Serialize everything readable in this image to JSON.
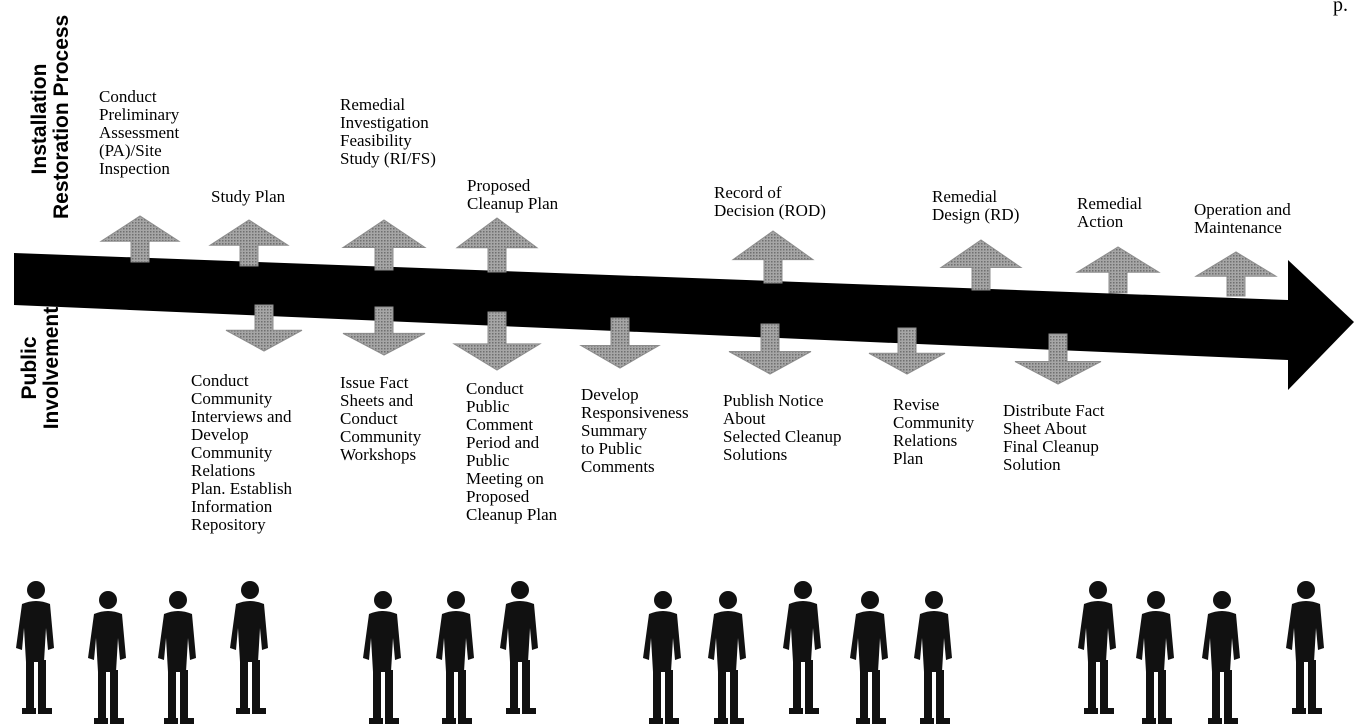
{
  "page_mark": "p.",
  "side_labels": {
    "top": [
      "Installation",
      "Restoration Process"
    ],
    "bottom": [
      "Public",
      "Involvement"
    ]
  },
  "colors": {
    "arrow": "#000000",
    "stage_arrow": "#8c8c8c",
    "background": "#ffffff"
  },
  "process_steps": [
    [
      "Conduct",
      "Preliminary",
      "Assessment",
      "(PA)/Site",
      "Inspection"
    ],
    [
      "Study Plan"
    ],
    [
      "Remedial",
      "Investigation",
      "Feasibility",
      "Study (RI/FS)"
    ],
    [
      "Proposed",
      "Cleanup Plan"
    ],
    [
      "Record of",
      "Decision (ROD)"
    ],
    [
      "Remedial",
      "Design (RD)"
    ],
    [
      "Remedial",
      "Action"
    ],
    [
      "Operation and",
      "Maintenance"
    ]
  ],
  "involvement_steps": [
    [
      "Conduct",
      "Community",
      "Interviews and",
      "Develop",
      "Community",
      "Relations",
      "Plan. Establish",
      "Information",
      "Repository"
    ],
    [
      "Issue Fact",
      "Sheets and",
      "Conduct",
      "Community",
      "Workshops"
    ],
    [
      "Conduct",
      "Public",
      "Comment",
      "Period and",
      "Public",
      "Meeting on",
      "Proposed",
      "Cleanup Plan"
    ],
    [
      "Develop",
      "Responsiveness",
      "Summary",
      "to Public",
      "Comments"
    ],
    [
      "Publish Notice",
      "About",
      "Selected Cleanup",
      "Solutions"
    ],
    [
      "Revise",
      "Community",
      "Relations",
      "Plan"
    ],
    [
      "Distribute Fact",
      "Sheet About",
      "Final Cleanup",
      "Solution"
    ]
  ],
  "people_icons": [
    "person-icon"
  ]
}
